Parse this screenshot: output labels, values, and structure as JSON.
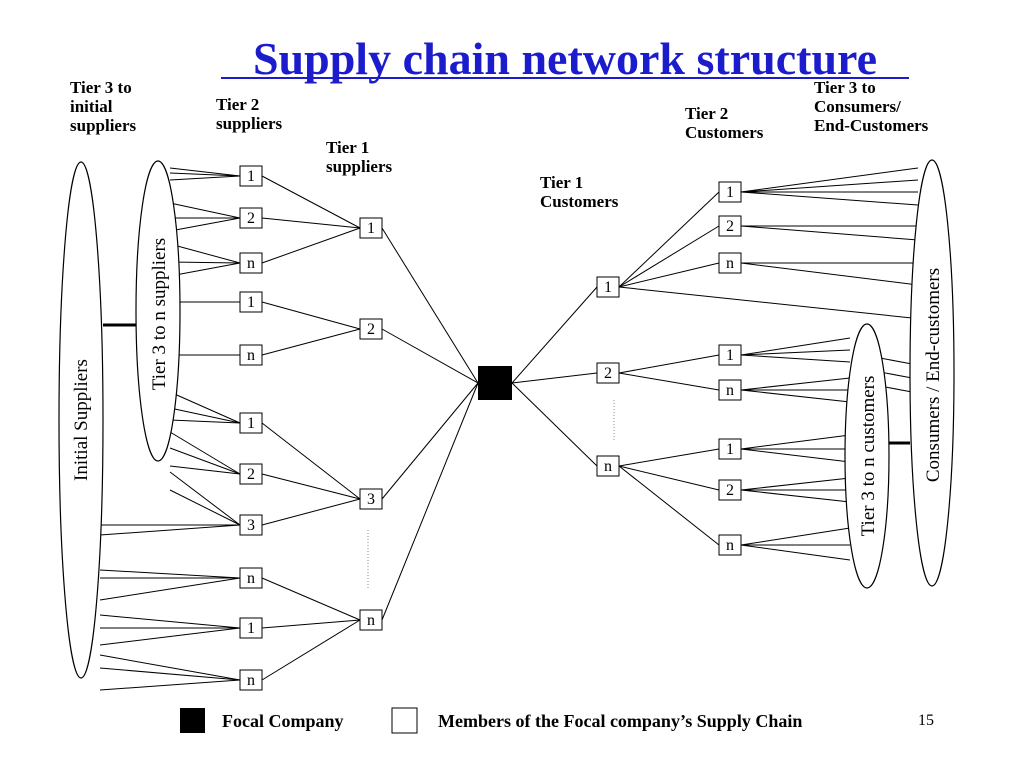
{
  "title": "Supply chain network structure",
  "labels": {
    "tier3_initial": [
      "Tier 3 to",
      "initial",
      "suppliers"
    ],
    "tier2_suppliers": [
      "Tier 2",
      "suppliers"
    ],
    "tier1_suppliers": [
      "Tier  1",
      "suppliers"
    ],
    "tier1_customers": [
      "Tier 1",
      "Customers"
    ],
    "tier2_customers": [
      "Tier 2",
      "Customers"
    ],
    "tier3_consumers": [
      "Tier 3 to",
      "Consumers/",
      "End-Customers"
    ]
  },
  "groups": {
    "initial_suppliers": "Initial Suppliers",
    "tier3_n_suppliers": "Tier 3 to n suppliers",
    "tier3_n_customers": "Tier 3 to n customers",
    "consumers": "Consumers / End-customers"
  },
  "nodes": {
    "tier2_suppliers": [
      "1",
      "2",
      "n",
      "1",
      "n",
      "1",
      "2",
      "3",
      "n",
      "1",
      "n"
    ],
    "tier1_suppliers": [
      "1",
      "2",
      "3",
      "n"
    ],
    "tier1_customers": [
      "1",
      "2",
      "n"
    ],
    "tier2_customers": [
      "1",
      "2",
      "n",
      "1",
      "n",
      "1",
      "2",
      "n"
    ]
  },
  "legend": {
    "focal": "Focal Company",
    "members": "Members of the Focal company’s Supply Chain"
  },
  "page_number": "15"
}
